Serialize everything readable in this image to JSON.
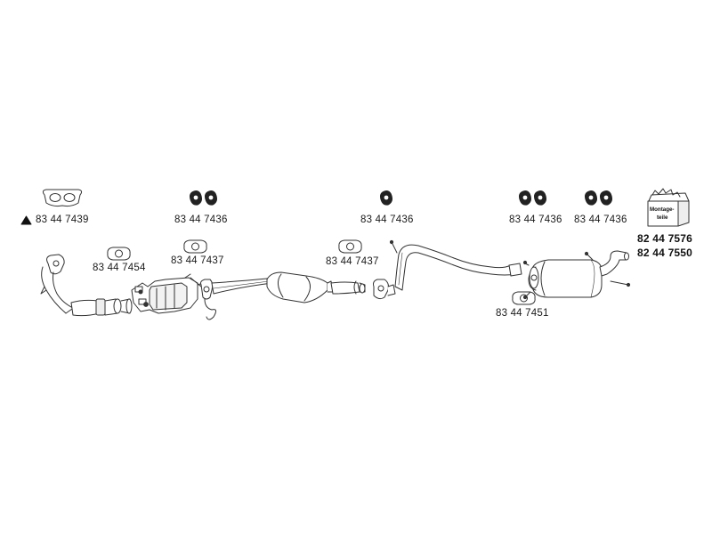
{
  "part_numbers": {
    "manifold_gasket": "83 44 7439",
    "hanger_pair_1": "83 44 7436",
    "hanger_single": "83 44 7436",
    "hanger_pair_2": "83 44 7436",
    "hanger_pair_3": "83 44 7436",
    "flange_gasket_front": "83 44 7454",
    "flange_gasket_cat": "83 44 7437",
    "flange_gasket_mid": "83 44 7437",
    "flange_gasket_rear": "83 44 7451",
    "mounting_kit_1": "82 44 7576",
    "mounting_kit_2": "82 44 7550"
  },
  "kit_box_text": [
    "Montage-",
    "teile"
  ],
  "colors": {
    "line": "#333333",
    "fill": "#ffffff",
    "shade": "#e6e6e6",
    "text": "#1a1a1a"
  }
}
